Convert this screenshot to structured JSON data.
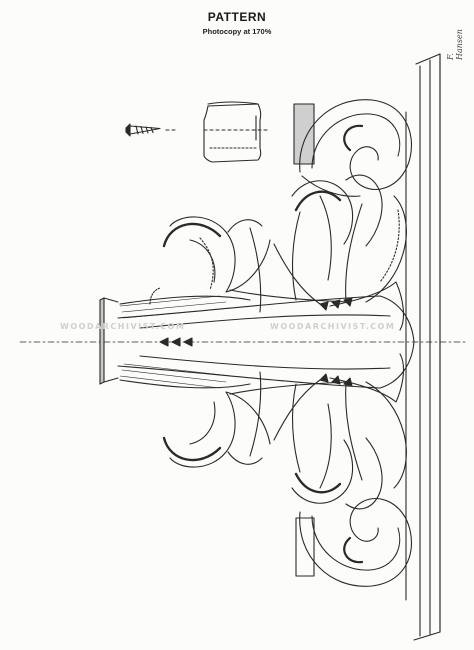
{
  "header": {
    "title": "PATTERN",
    "subtitle": "Photocopy at 170%"
  },
  "watermark": {
    "text_left": "WOODARCHIVIST.COM",
    "text_right": "WOODARCHIVIST.COM"
  },
  "signature": {
    "text": "F. Hansen"
  },
  "colors": {
    "ink": "#2a2a2a",
    "paper": "#fcfcfa",
    "watermark": "#cfcfcf"
  }
}
